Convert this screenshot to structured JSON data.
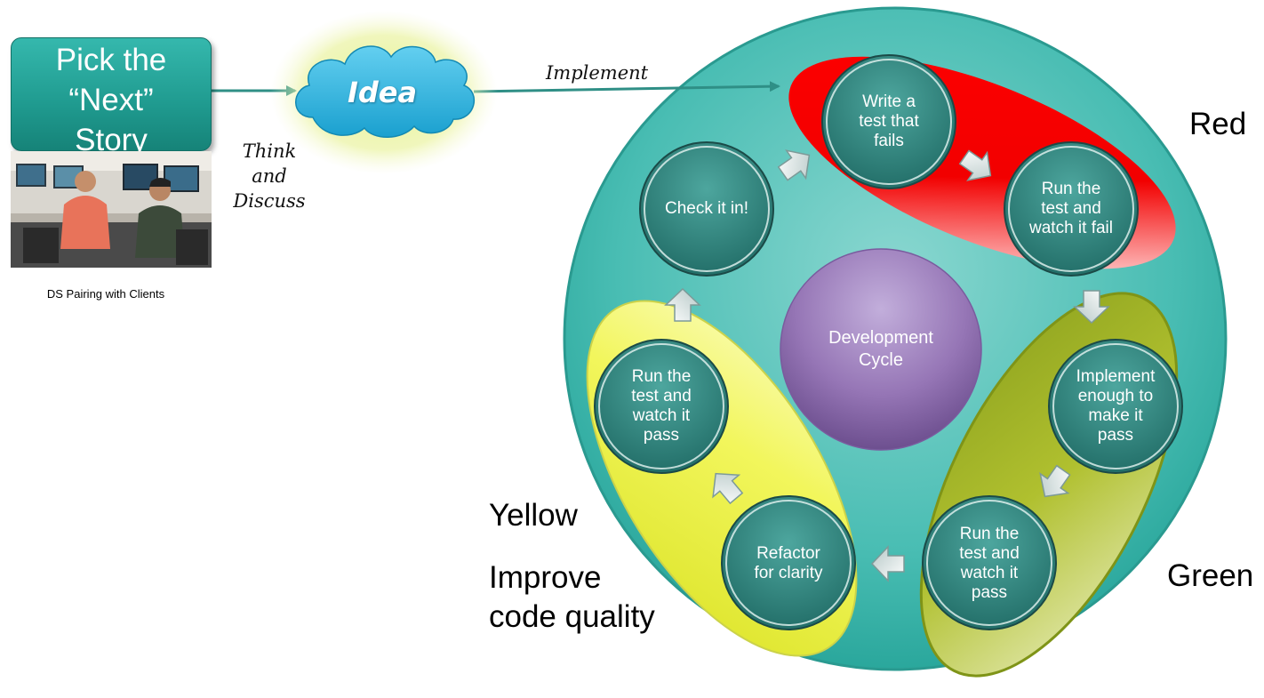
{
  "story": {
    "lines": [
      "Pick the",
      "“Next”",
      "Story"
    ]
  },
  "photo": {
    "caption": "DS Pairing with Clients"
  },
  "think": {
    "lines": [
      "Think",
      "and",
      "Discuss"
    ]
  },
  "idea": {
    "label": "Idea"
  },
  "implement": {
    "label": "Implement"
  },
  "center": {
    "label": "Development Cycle"
  },
  "steps": {
    "write_test": "Write a\ntest that\nfails",
    "run_fail": "Run the\ntest and\nwatch it fail",
    "implement_enough": "Implement\nenough to\nmake it\npass",
    "run_pass_green": "Run the\ntest and\nwatch it\npass",
    "refactor": "Refactor\nfor clarity",
    "run_pass_yellow": "Run the\ntest and\nwatch it\npass",
    "check_in": "Check it in!"
  },
  "phases": {
    "red": "Red",
    "green": "Green",
    "yellow": "Yellow",
    "improve_lines": [
      "Improve",
      "code quality"
    ]
  },
  "colors": {
    "teal_circle": "#3db8ad",
    "red_zone": "#ff0000",
    "green_zone": "#a6b82a",
    "yellow_zone": "#f0f55a",
    "node_fill": "#2f8a82",
    "center_purple": "#9a7fb5",
    "story_box": "#23a396",
    "cloud": "#2bb6e0"
  }
}
